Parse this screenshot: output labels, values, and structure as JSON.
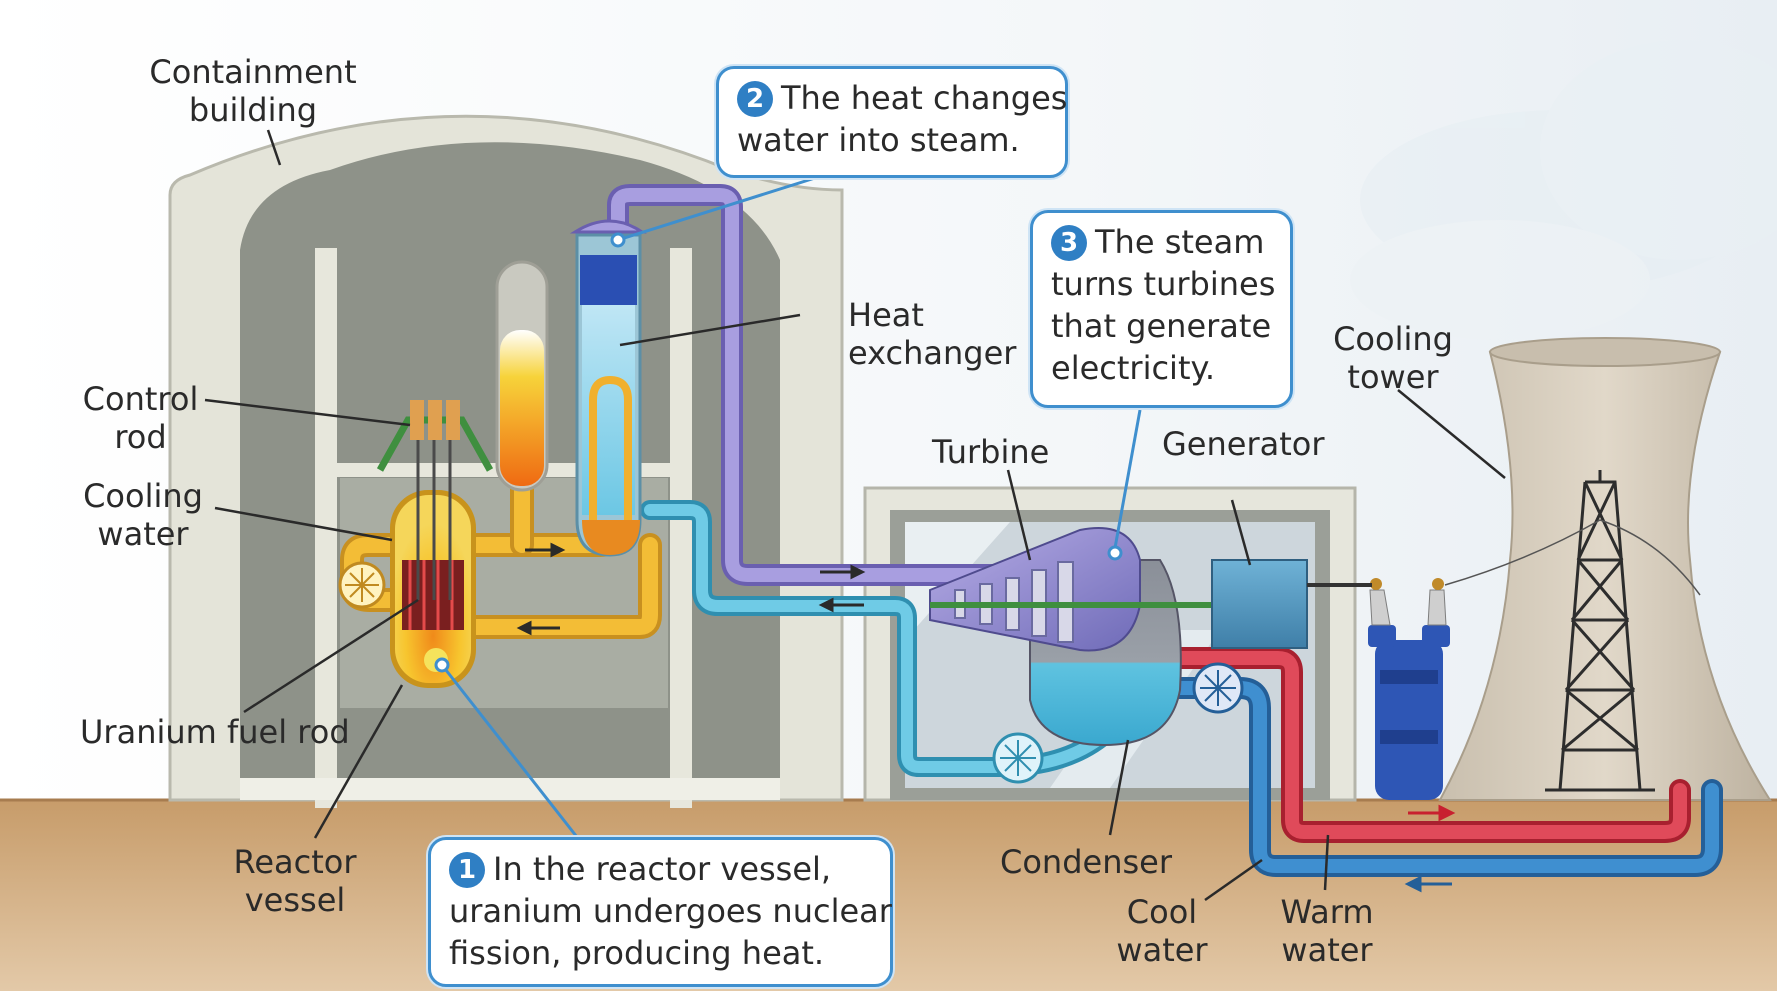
{
  "labels": {
    "containment_building": [
      "Containment",
      "building"
    ],
    "control_rod": [
      "Control",
      "rod"
    ],
    "cooling_water": [
      "Cooling",
      "water"
    ],
    "uranium_fuel_rod": "Uranium fuel rod",
    "reactor_vessel": [
      "Reactor",
      "vessel"
    ],
    "heat_exchanger": [
      "Heat",
      "exchanger"
    ],
    "turbine": "Turbine",
    "generator": "Generator",
    "cooling_tower": [
      "Cooling",
      "tower"
    ],
    "condenser": "Condenser",
    "cool_water": [
      "Cool",
      "water"
    ],
    "warm_water": [
      "Warm",
      "water"
    ]
  },
  "callouts": [
    {
      "number": "1",
      "lines": [
        "In the reactor vessel,",
        "uranium undergoes nuclear",
        "fission, producing heat."
      ]
    },
    {
      "number": "2",
      "lines": [
        "The heat changes",
        "water into steam."
      ]
    },
    {
      "number": "3",
      "lines": [
        "The steam",
        "turns turbines",
        "that generate",
        "electricity."
      ]
    }
  ],
  "colors": {
    "ground": "#c49a6c",
    "callout_border": "#3f8fce",
    "number_badge": "#2f7fc4",
    "hot_loop": "#f2b632",
    "steam_pipe": "#9a8fd6",
    "cold_pipe": "#5cb8d6",
    "warm_water_pipe": "#d8384a",
    "cool_water_pipe": "#3a7fc0",
    "tower": "#d7cdbd"
  }
}
